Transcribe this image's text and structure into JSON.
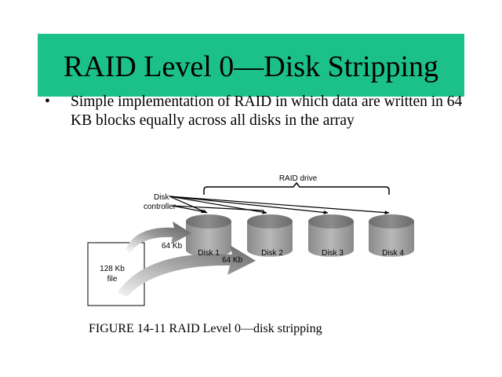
{
  "slide": {
    "title": "RAID Level 0—Disk Stripping",
    "bullet": "Simple implementation of RAID in which data are written in 64 KB blocks equally across all disks in the array",
    "bullet_symbol": "•",
    "title_band_color": "#1cc189"
  },
  "diagram": {
    "raid_drive_label": "RAID drive",
    "controller_label_line1": "Disk",
    "controller_label_line2": "controller",
    "file_label_line1": "128 Kb",
    "file_label_line2": "file",
    "arrow1_label": "64 Kb",
    "arrow2_label": "64 Kb",
    "disks": [
      "Disk 1",
      "Disk 2",
      "Disk 3",
      "Disk 4"
    ]
  },
  "caption": "FIGURE 14-11 RAID Level 0—disk stripping"
}
